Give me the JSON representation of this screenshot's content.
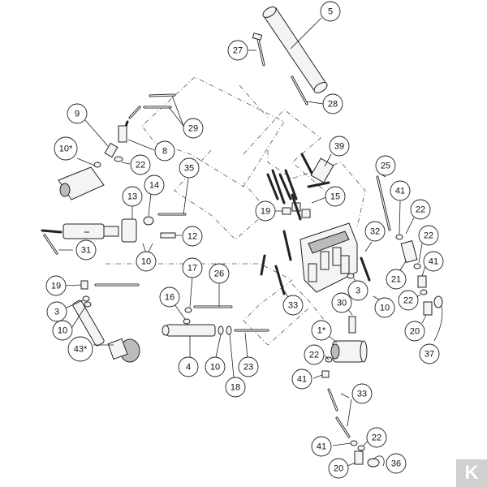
{
  "callouts": [
    {
      "id": "c5",
      "label": "5"
    },
    {
      "id": "c27",
      "label": "27"
    },
    {
      "id": "c28",
      "label": "28"
    },
    {
      "id": "c29",
      "label": "29"
    },
    {
      "id": "c9",
      "label": "9"
    },
    {
      "id": "c8",
      "label": "8"
    },
    {
      "id": "c10a",
      "label": "10*"
    },
    {
      "id": "c22a",
      "label": "22"
    },
    {
      "id": "c39",
      "label": "39"
    },
    {
      "id": "c35",
      "label": "35"
    },
    {
      "id": "c13",
      "label": "13"
    },
    {
      "id": "c14",
      "label": "14"
    },
    {
      "id": "c25",
      "label": "25"
    },
    {
      "id": "c15",
      "label": "15"
    },
    {
      "id": "c19a",
      "label": "19"
    },
    {
      "id": "c41a",
      "label": "41"
    },
    {
      "id": "c22b",
      "label": "22"
    },
    {
      "id": "c12",
      "label": "12"
    },
    {
      "id": "c22c",
      "label": "22"
    },
    {
      "id": "c32",
      "label": "32"
    },
    {
      "id": "c31",
      "label": "31"
    },
    {
      "id": "c10b",
      "label": "10"
    },
    {
      "id": "c41b",
      "label": "41"
    },
    {
      "id": "c21",
      "label": "21"
    },
    {
      "id": "c17",
      "label": "17"
    },
    {
      "id": "c26",
      "label": "26"
    },
    {
      "id": "c19b",
      "label": "19"
    },
    {
      "id": "c3a",
      "label": "3"
    },
    {
      "id": "c22d",
      "label": "22"
    },
    {
      "id": "c16",
      "label": "16"
    },
    {
      "id": "c33a",
      "label": "33"
    },
    {
      "id": "c30",
      "label": "30"
    },
    {
      "id": "c10c",
      "label": "10"
    },
    {
      "id": "c3b",
      "label": "3"
    },
    {
      "id": "c20a",
      "label": "20"
    },
    {
      "id": "c10d",
      "label": "10"
    },
    {
      "id": "c1",
      "label": "1*"
    },
    {
      "id": "c43",
      "label": "43*"
    },
    {
      "id": "c37",
      "label": "37"
    },
    {
      "id": "c22e",
      "label": "22"
    },
    {
      "id": "c4",
      "label": "4"
    },
    {
      "id": "c10e",
      "label": "10"
    },
    {
      "id": "c23",
      "label": "23"
    },
    {
      "id": "c41c",
      "label": "41"
    },
    {
      "id": "c18",
      "label": "18"
    },
    {
      "id": "c33b",
      "label": "33"
    },
    {
      "id": "c41d",
      "label": "41"
    },
    {
      "id": "c22f",
      "label": "22"
    },
    {
      "id": "c20b",
      "label": "20"
    },
    {
      "id": "c36",
      "label": "36"
    }
  ],
  "logo": {
    "text": "K"
  }
}
